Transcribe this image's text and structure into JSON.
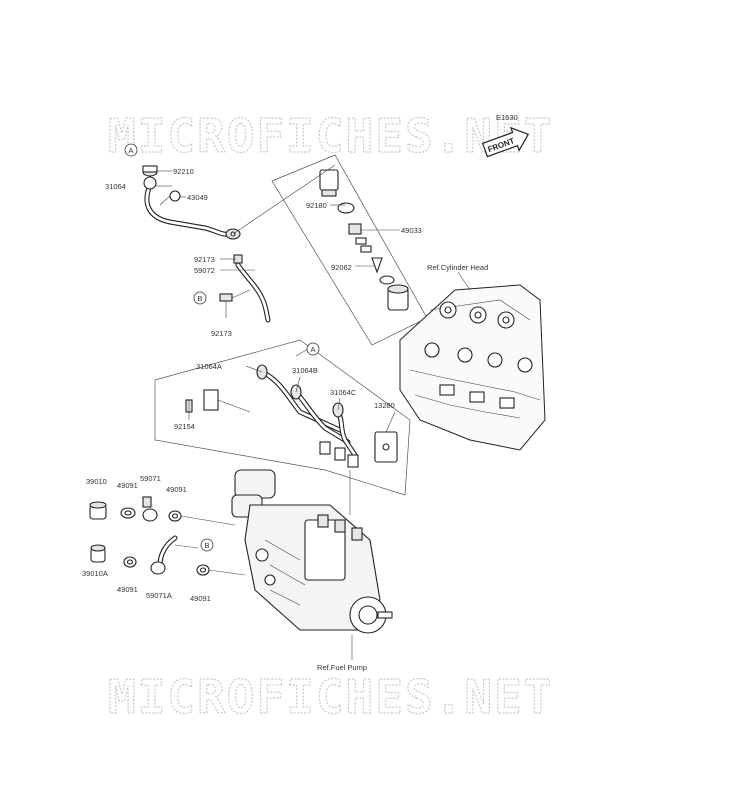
{
  "watermark": {
    "top": "MICROFICHES.NET",
    "bottom": "MICROFICHES.NET"
  },
  "figure_code": "E1530",
  "front_arrow": "FRONT",
  "references": {
    "cylinder_head": "Ref.Cylinder Head",
    "fuel_pump": "Ref.Fuel Pump"
  },
  "markers": {
    "a_top": "A",
    "a_mid": "A",
    "b_left": "B",
    "b_right": "B"
  },
  "parts": {
    "p92210": "92210",
    "p31064": "31064",
    "p43049": "43049",
    "p92173_upper": "92173",
    "p59072": "59072",
    "p92173_lower": "92173",
    "p92180": "92180",
    "p49033": "49033",
    "p92062": "92062",
    "p31064A": "31064A",
    "p31064B": "31064B",
    "p31064C": "31064C",
    "p13280": "13280",
    "p92154": "92154",
    "p39010": "39010",
    "p49091_a": "49091",
    "p59071": "59071",
    "p49091_b": "49091",
    "p39010A": "39010A",
    "p49091_c": "49091",
    "p59071A": "59071A",
    "p49091_d": "49091"
  }
}
